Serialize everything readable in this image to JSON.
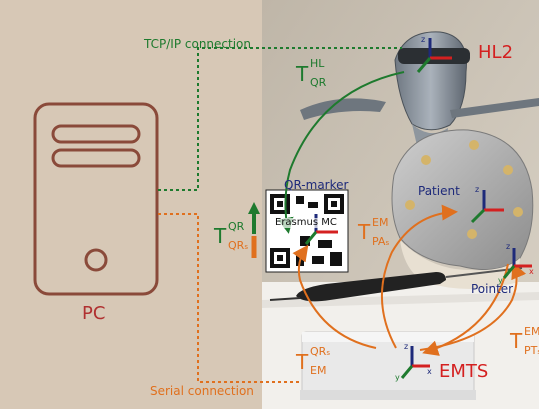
{
  "labels": {
    "tcp": "TCP/IP connection",
    "serial": "Serial connection",
    "pc": "PC",
    "hl2": "HL2",
    "qr_marker": "QR-marker",
    "patient": "Patient",
    "pointer": "Pointer",
    "emts": "EMTS",
    "qr_sticker_text": "Erasmus MC"
  },
  "transforms": {
    "hl_qr": {
      "base": "T",
      "sup": "HL",
      "sub": "QR"
    },
    "qr_qrs": {
      "base": "T",
      "sup": "QR",
      "sub": "QR",
      "sub_s": "s"
    },
    "em_pas": {
      "base": "T",
      "sup": "EM",
      "sub": "PA",
      "sub_s": "s"
    },
    "qrs_em": {
      "base": "T",
      "sup": "QR",
      "sup_s": "s",
      "sub": "EM"
    },
    "em_pts": {
      "base": "T",
      "sup": "EM",
      "sub": "PT",
      "sub_s": "s"
    }
  },
  "axes": {
    "x": "x",
    "y": "y",
    "z": "z"
  },
  "colors": {
    "green": "#1e7a2e",
    "orange": "#e0701e",
    "navy": "#1e2a7a",
    "red": "#d42020",
    "pc_brown": "#8a4a3a",
    "left_bg": "#d7c8b6"
  }
}
